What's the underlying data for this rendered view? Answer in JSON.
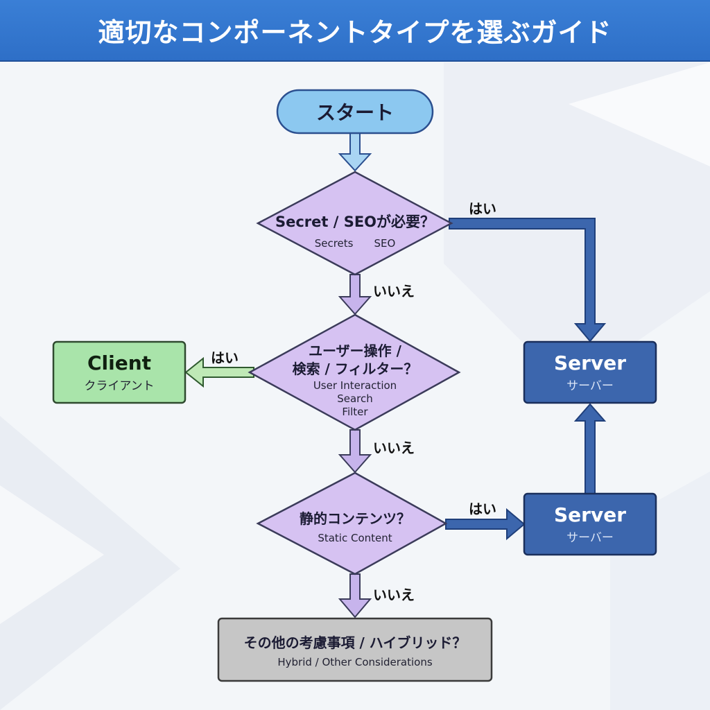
{
  "title": "適切なコンポーネントタイプを選ぶガイド",
  "colors": {
    "header": "#3278d2",
    "start_fill": "#8cc8f0",
    "decision_fill": "#d6c2f2",
    "client_fill": "#a9e4aa",
    "server_fill": "#3c66ad",
    "hybrid_fill": "#c6c6c6",
    "arrow_blue": "#3c66ad",
    "arrow_purple": "#c7b4ec",
    "arrow_green": "#bfe9b6",
    "arrow_light_blue": "#a9d5f3"
  },
  "nodes": {
    "start": {
      "label": "スタート"
    },
    "decision_secret": {
      "label": "Secret / SEOが必要？",
      "sub": "Secrets　　SEO"
    },
    "decision_interaction": {
      "label_line1": "ユーザー操作 /",
      "label_line2": "検索 / フィルター？",
      "sub_line1": "User Interaction",
      "sub_line2": "Search",
      "sub_line3": "Filter"
    },
    "decision_static": {
      "label": "静的コンテンツ？",
      "sub": "Static Content"
    },
    "client": {
      "label": "Client",
      "sub": "クライアント"
    },
    "server_top": {
      "label": "Server",
      "sub": "サーバー"
    },
    "server_bottom": {
      "label": "Server",
      "sub": "サーバー"
    },
    "hybrid": {
      "label": "その他の考慮事項 / ハイブリッド？",
      "sub": "Hybrid / Other Considerations"
    }
  },
  "edges": {
    "secret_yes": "はい",
    "secret_no": "いいえ",
    "interaction_yes": "はい",
    "interaction_no": "いいえ",
    "static_yes": "はい",
    "static_no": "いいえ"
  }
}
